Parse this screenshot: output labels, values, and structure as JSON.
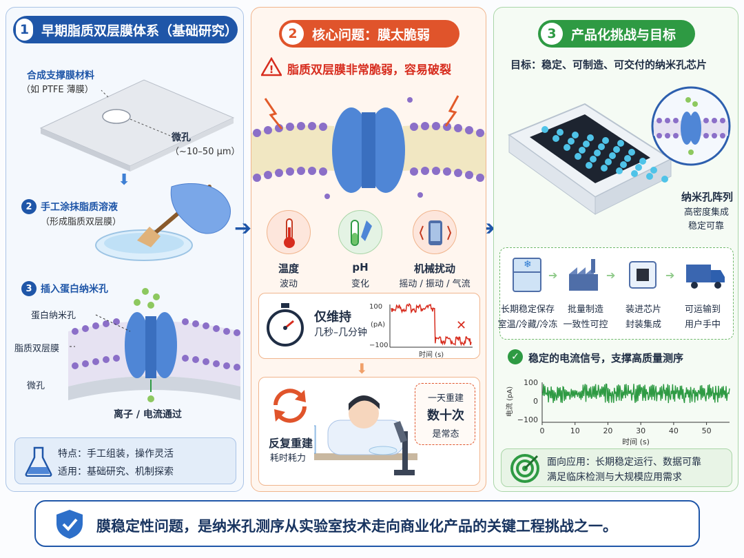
{
  "panel1": {
    "badge": "1",
    "title": "早期脂质双层膜体系（基础研究）",
    "support_title": "合成支撑膜材料",
    "support_sub": "（如 PTFE 薄膜）",
    "pore_title": "微孔",
    "pore_sub": "（~10–50 μm）",
    "step2_num": "2",
    "step2_title": "手工涂抹脂质溶液",
    "step2_sub": "（形成脂质双层膜）",
    "step3_num": "3",
    "step3_title": "插入蛋白纳米孔",
    "label_protein": "蛋白纳米孔",
    "label_bilayer": "脂质双层膜",
    "label_pore": "微孔",
    "flow_text": "离子 / 电流通过",
    "feature": "特点：手工组装，操作灵活",
    "usage": "适用：基础研究、机制探索"
  },
  "panel2": {
    "badge": "2",
    "title": "核心问题：膜太脆弱",
    "warning": "脂质双层膜非常脆弱，容易破裂",
    "factors": [
      {
        "title": "温度",
        "sub": "波动"
      },
      {
        "title": "pH",
        "sub": "变化"
      },
      {
        "title": "机械扰动",
        "sub": "摇动 / 振动 / 气流"
      }
    ],
    "duration_title": "仅维持",
    "duration_sub": "几秒–几分钟",
    "trace": {
      "y_label": "(pA)",
      "y_top": "100",
      "y_bottom": "−100",
      "x_label": "时间  (s)"
    },
    "rebuild_title": "反复重建",
    "rebuild_sub": "耗时耗力",
    "bubble_line1": "一天重建",
    "bubble_line2": "数十次",
    "bubble_line3": "是常态"
  },
  "panel3": {
    "badge": "3",
    "title": "产品化挑战与目标",
    "goal": "目标：稳定、可制造、可交付的纳米孔芯片",
    "array_title": "纳米孔阵列",
    "array_sub1": "高密度集成",
    "array_sub2": "稳定可靠",
    "steps": [
      {
        "title": "长期稳定保存",
        "sub": "室温/冷藏/冷冻"
      },
      {
        "title": "批量制造",
        "sub": "一致性可控"
      },
      {
        "title": "装进芯片",
        "sub": "封装集成"
      },
      {
        "title": "可运输到",
        "sub": "用户手中"
      }
    ],
    "signal_title": "稳定的电流信号，支撑高质量测序",
    "application_line1": "面向应用：长期稳定运行、数据可靠",
    "application_line2": "满足临床检测与大规模应用需求"
  },
  "footer": {
    "text": "膜稳定性问题，是纳米孔测序从实验室技术走向商业化产品的关键工程挑战之一。"
  },
  "chart_data": [
    {
      "type": "line",
      "title": "",
      "xlabel": "时间  (s)",
      "ylabel": "(pA)",
      "y_ticks": [
        "100",
        "−100"
      ],
      "ylim": [
        -100,
        100
      ],
      "series": [
        {
          "x": [
            0,
            0.55,
            0.55,
            1.0
          ],
          "y": [
            85,
            85,
            -85,
            -85
          ]
        }
      ],
      "annotation": "✕"
    },
    {
      "type": "line",
      "title": "",
      "xlabel": "时间  (s)",
      "ylabel": "电流 (pA)",
      "x_ticks": [
        "0",
        "10",
        "20",
        "30",
        "40",
        "50"
      ],
      "y_ticks": [
        "100",
        "0",
        "−100"
      ],
      "xlim": [
        0,
        57
      ],
      "ylim": [
        -100,
        100
      ],
      "series": [
        {
          "x": [
            0,
            57
          ],
          "y": [
            40,
            40
          ]
        }
      ]
    }
  ],
  "colors": {
    "blue": "#1f56a8",
    "orange": "#e0542b",
    "green": "#2e9a43",
    "red": "#d72c1e"
  }
}
